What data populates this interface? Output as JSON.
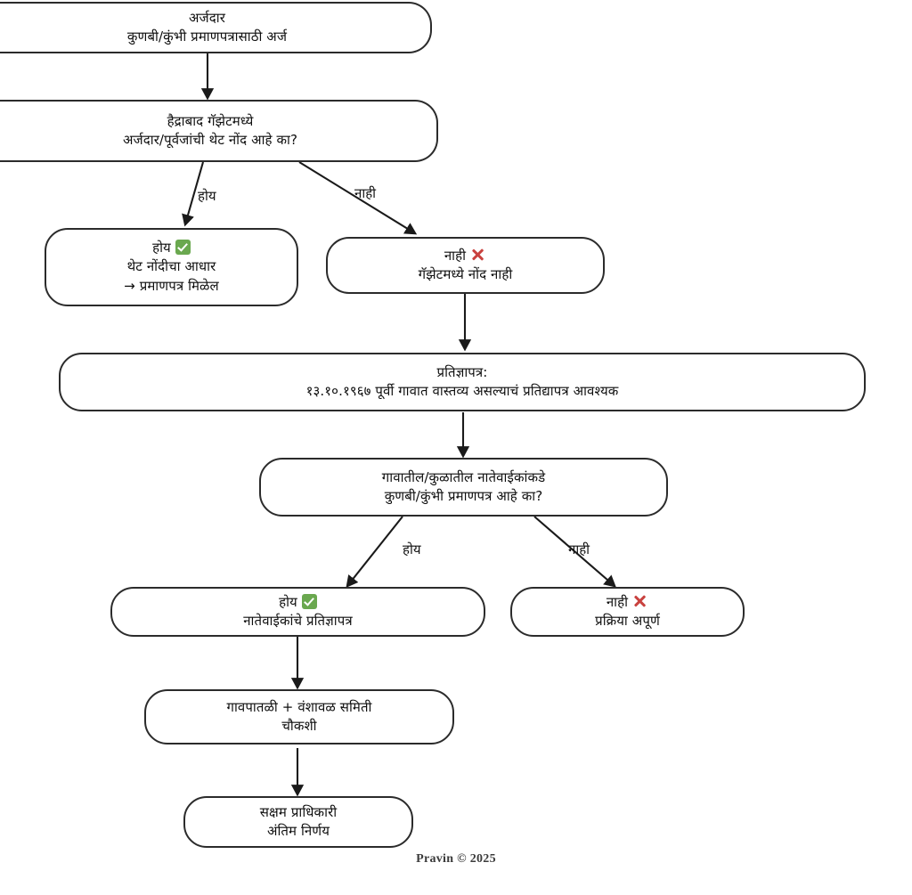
{
  "meta": {
    "title": "कुणबी/कुंभी प्रमाणपत्र प्रक्रिया तक्ता",
    "credit": "Pravin © 2025"
  },
  "colors": {
    "box_border": "#2b2b2b",
    "background": "#ffffff",
    "text": "#0e0e0e",
    "check_green": "#6aa84f",
    "cross_red": "#c9423f",
    "connector": "#1a1a1a"
  },
  "nodes": {
    "start": {
      "id": "applicant-start",
      "line1": "अर्जदार",
      "line2": "कुणबी/कुंभी प्रमाणपत्रासाठी अर्ज"
    },
    "decision_gazette": {
      "id": "hyderabad-gazette-decision",
      "line1": "हैद्राबाद गॅझेटमध्ये",
      "line2": "अर्जदार/पूर्वजांची थेट नोंद आहे का?"
    },
    "gazette_yes": {
      "id": "gazette-yes-outcome",
      "line1": "होय",
      "line2": "थेट नोंदीचा आधार",
      "line3": "→ प्रमाणपत्र मिळेल",
      "mark": "check-mark-icon"
    },
    "gazette_no": {
      "id": "gazette-no-outcome",
      "line1": "नाही",
      "line2": "गॅझेटमध्ये नोंद नाही",
      "mark": "cross-mark-icon"
    },
    "affidavit": {
      "id": "affidavit-requirement",
      "line1": "प्रतिज्ञापत्र:",
      "line2": "१३.१०.१९६७ पूर्वी गावात वास्तव्य असल्याचं प्रतिद्यापत्र आवश्यक"
    },
    "decision_relatives": {
      "id": "relatives-certificate-decision",
      "line1": "गावातील/कुळातील नातेवाईकांकडे",
      "line2": "कुणबी/कुंभी प्रमाणपत्र आहे का?"
    },
    "relatives_yes": {
      "id": "relatives-yes-outcome",
      "line1": "होय",
      "line2": "नातेवाईकांचे प्रतिज्ञापत्र",
      "mark": "check-mark-icon"
    },
    "relatives_no": {
      "id": "relatives-no-outcome",
      "line1": "नाही",
      "line2": "प्रक्रिया अपूर्ण",
      "mark": "cross-mark-icon"
    },
    "committee": {
      "id": "village-committee-inquiry",
      "line1": "गावपातळी + वंशावळ समिती",
      "line2": "चौकशी"
    },
    "final": {
      "id": "competent-authority-decision",
      "line1": "सक्षम प्राधिकारी",
      "line2": "अंतिम निर्णय"
    }
  },
  "edge_labels": {
    "gazette_yes": "होय",
    "gazette_no": "नाही",
    "relatives_yes": "होय",
    "relatives_no": "नाही"
  }
}
